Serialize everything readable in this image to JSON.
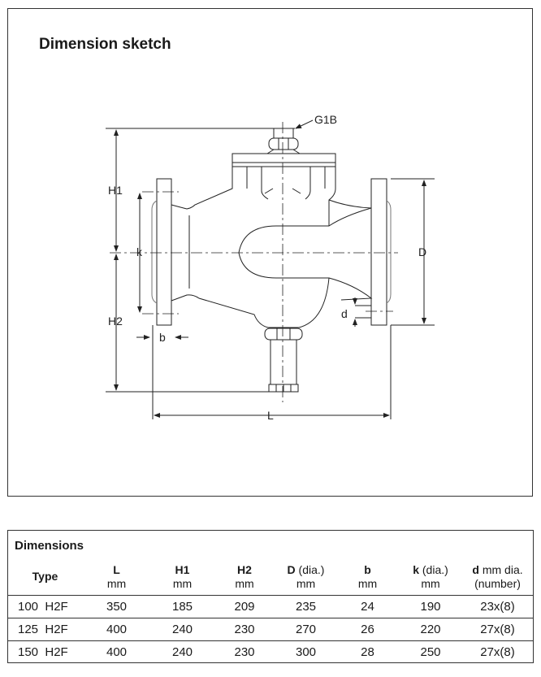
{
  "sketch": {
    "title": "Dimension sketch",
    "labels": {
      "g1b": "G1B",
      "h1": "H1",
      "h2": "H2",
      "k": "k",
      "b": "b",
      "d_small": "d",
      "D": "D",
      "L": "L"
    }
  },
  "dimensions": {
    "title": "Dimensions",
    "headers": [
      {
        "label": "Type",
        "suffix": "",
        "unit": ""
      },
      {
        "label": "L",
        "suffix": "",
        "unit": "mm"
      },
      {
        "label": "H1",
        "suffix": "",
        "unit": "mm"
      },
      {
        "label": "H2",
        "suffix": "",
        "unit": "mm"
      },
      {
        "label": "D",
        "suffix": " (dia.)",
        "unit": "mm"
      },
      {
        "label": "b",
        "suffix": "",
        "unit": "mm"
      },
      {
        "label": "k",
        "suffix": " (dia.)",
        "unit": "mm"
      },
      {
        "label": "d",
        "suffix": " mm dia.",
        "unit": "(number)"
      }
    ],
    "rows": [
      [
        "100  H2F",
        "350",
        "185",
        "209",
        "235",
        "24",
        "190",
        "23x(8)"
      ],
      [
        "125  H2F",
        "400",
        "240",
        "230",
        "270",
        "26",
        "220",
        "27x(8)"
      ],
      [
        "150  H2F",
        "400",
        "240",
        "230",
        "300",
        "28",
        "250",
        "27x(8)"
      ]
    ]
  }
}
